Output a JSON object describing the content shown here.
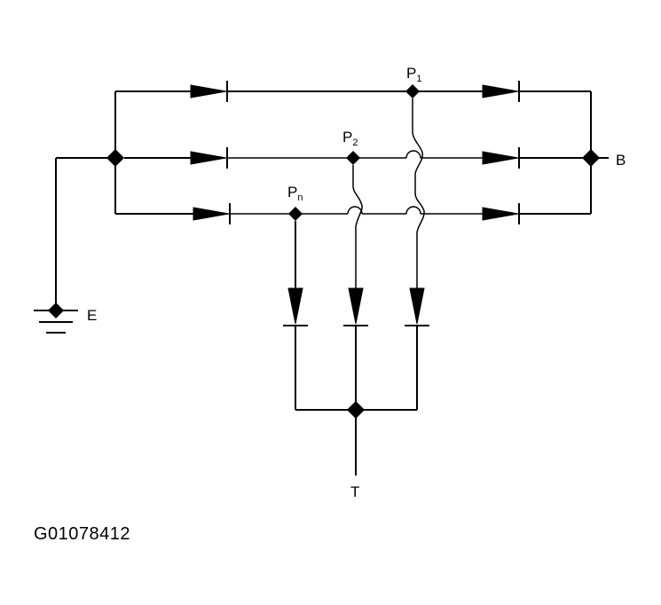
{
  "labels": {
    "terminal_b": "B",
    "terminal_e": "E",
    "terminal_t": "T",
    "node_p1": {
      "base": "P",
      "sub": "1"
    },
    "node_p2": {
      "base": "P",
      "sub": "2"
    },
    "node_pn": {
      "base": "P",
      "sub": "n"
    }
  },
  "figure_code": "G01078412"
}
